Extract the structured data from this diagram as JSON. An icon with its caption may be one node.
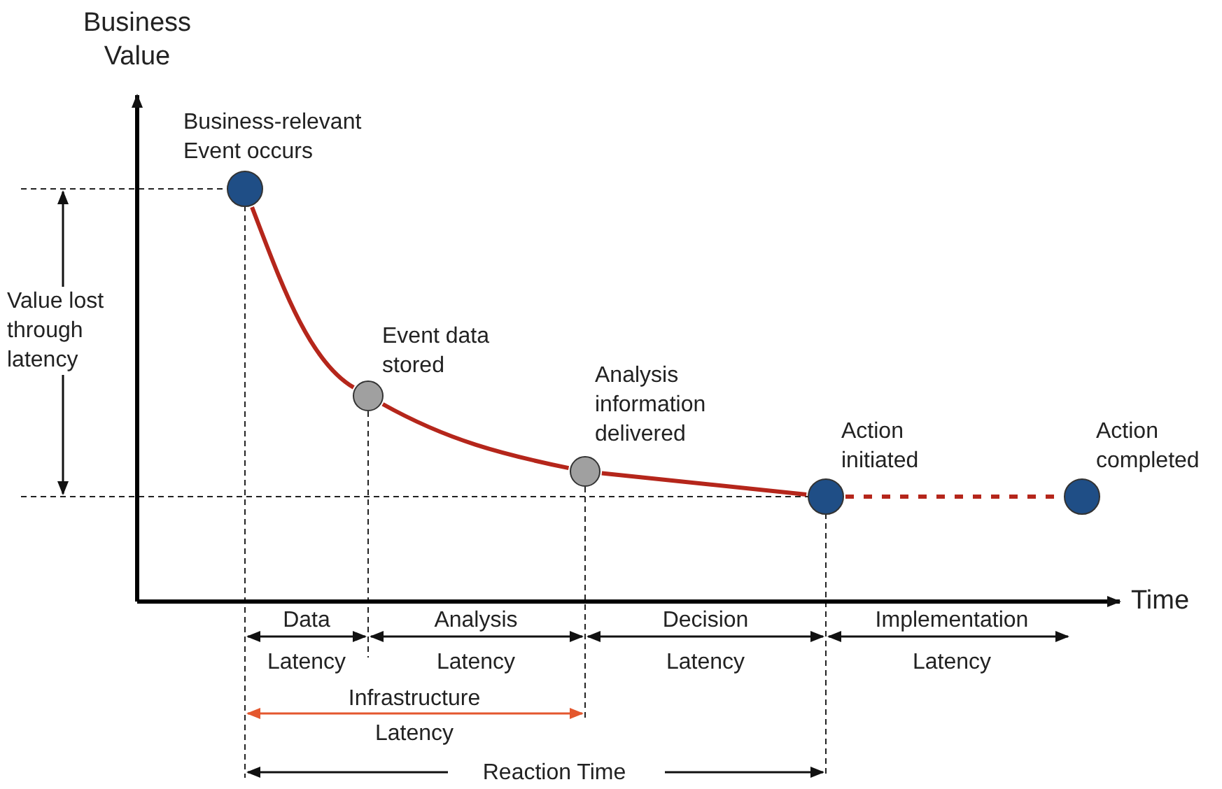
{
  "diagram": {
    "nodes": [
      {
        "text": [],
        "shape": "circle",
        "beside": [
          "Business-relevant Event occurs"
        ]
      },
      {
        "text": [],
        "shape": "circle",
        "beside": [
          "Event data stored"
        ]
      },
      {
        "text": [],
        "shape": "circle",
        "beside": [
          "Analysis information delivered"
        ]
      },
      {
        "text": [],
        "shape": "circle",
        "beside": [
          "Action initiated"
        ]
      },
      {
        "text": [],
        "shape": "circle",
        "beside": [
          "Action completed"
        ]
      }
    ],
    "edges": [
      {
        "from": 0,
        "to": 1,
        "arrow": "none"
      },
      {
        "from": 1,
        "to": 2,
        "arrow": "none"
      },
      {
        "from": 2,
        "to": 3,
        "arrow": "none"
      },
      {
        "from": 3,
        "to": 4,
        "arrow": "none",
        "style": "dashed"
      }
    ],
    "labels": [
      "Business Value",
      "Time",
      "Value lost through latency",
      "Data",
      "Analysis",
      "Decision",
      "Implementation",
      "Latency",
      "Latency",
      "Latency",
      "Latency",
      "Infrastructure",
      "Latency",
      "Reaction Time"
    ]
  }
}
